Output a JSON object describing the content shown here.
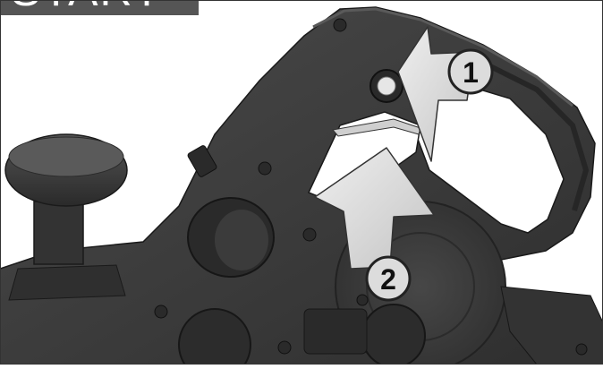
{
  "header": {
    "label": "START"
  },
  "steps": [
    {
      "number": "1"
    },
    {
      "number": "2"
    }
  ],
  "colors": {
    "tool_body": "#3d3d3d",
    "tool_dark": "#252525",
    "arrow_fill": "#d9d9d9",
    "badge_bg": "#555555"
  }
}
